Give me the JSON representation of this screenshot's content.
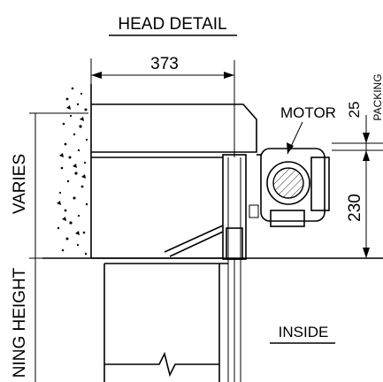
{
  "title": "HEAD DETAIL",
  "dimensions": {
    "width": "373",
    "packing_gap": "25",
    "motor_drop": "230",
    "varies": "VARIES",
    "opening_height": "NING HEIGHT"
  },
  "labels": {
    "motor": "MOTOR",
    "packing": "PACKING",
    "inside": "INSIDE"
  }
}
